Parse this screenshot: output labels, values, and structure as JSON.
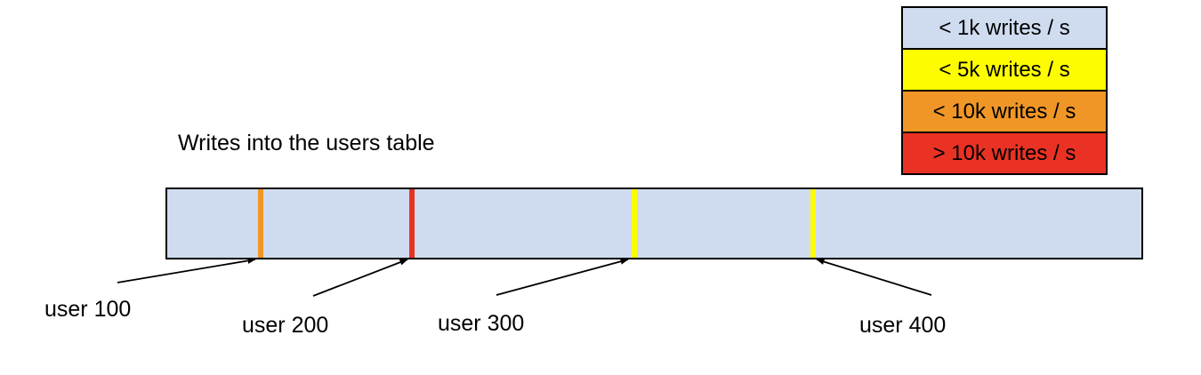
{
  "title": "Writes into the users table",
  "legend": {
    "items": [
      {
        "label": "< 1k writes / s",
        "color": "#cfdcf0"
      },
      {
        "label": "< 5k writes / s",
        "color": "#fdfd00"
      },
      {
        "label": "< 10k writes / s",
        "color": "#f09626"
      },
      {
        "label": "> 10k writes / s",
        "color": "#e93223"
      }
    ]
  },
  "bar": {
    "fill": "#cfdcf0",
    "border": "#000000"
  },
  "markers": [
    {
      "label": "user 100",
      "rate": "< 10k writes / s",
      "color": "#f09626",
      "position_frac": 0.093
    },
    {
      "label": "user 200",
      "rate": "> 10k writes / s",
      "color": "#e93223",
      "position_frac": 0.248
    },
    {
      "label": "user 300",
      "rate": "< 5k writes / s",
      "color": "#fdfd00",
      "position_frac": 0.477
    },
    {
      "label": "user 400",
      "rate": "< 5k writes / s",
      "color": "#fdfd00",
      "position_frac": 0.66
    }
  ],
  "chart_data": {
    "type": "heatmap",
    "title": "Writes into the users table",
    "legend_entries": [
      "< 1k writes / s",
      "< 5k writes / s",
      "< 10k writes / s",
      "> 10k writes / s"
    ],
    "annotations": [
      "user 100",
      "user 200",
      "user 300",
      "user 400"
    ],
    "points": [
      {
        "x_frac": 0.093,
        "label": "user 100",
        "rate": "< 10k writes / s"
      },
      {
        "x_frac": 0.248,
        "label": "user 200",
        "rate": "> 10k writes / s"
      },
      {
        "x_frac": 0.477,
        "label": "user 300",
        "rate": "< 5k writes / s"
      },
      {
        "x_frac": 0.66,
        "label": "user 400",
        "rate": "< 5k writes / s"
      }
    ],
    "legend_position": "top-right"
  }
}
